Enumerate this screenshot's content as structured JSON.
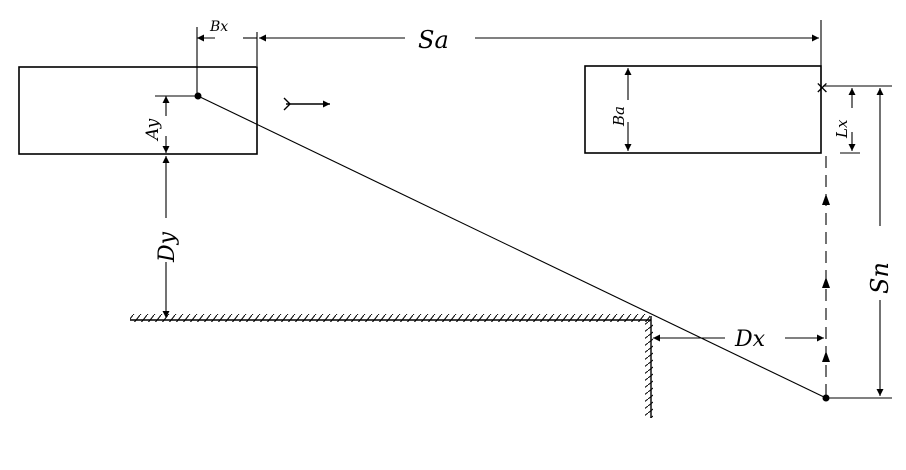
{
  "diagram": {
    "labels": {
      "bx": "Bx",
      "sa": "Sa",
      "ay": "Ay",
      "dy": "Dy",
      "ba": "Ba",
      "lx": "Lx",
      "sn": "Sn",
      "dx": "Dx"
    },
    "cross_mark": "×"
  }
}
